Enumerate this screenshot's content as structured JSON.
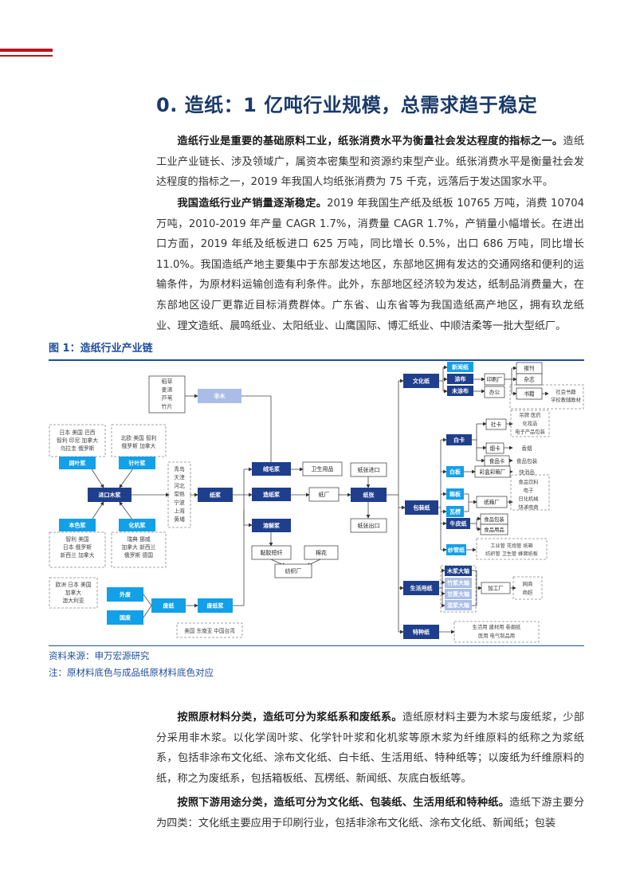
{
  "title": "0. 造纸：1 亿吨行业规模，总需求趋于稳定",
  "p1": {
    "lead": "造纸行业是重要的基础原料工业，纸张消费水平为衡量社会发达程度的指标之一。",
    "body": "造纸工业产业链长、涉及领域广，属资本密集型和资源约束型产业。纸张消费水平是衡量社会发达程度的指标之一，2019 年我国人均纸张消费为 75 千克，远落后于发达国家水平。"
  },
  "p2": {
    "lead": "我国造纸行业产销量逐渐稳定。",
    "body": "2019 年我国生产纸及纸板 10765 万吨，消费 10704 万吨，2010-2019 年产量 CAGR 1.7%，消费量 CAGR 1.7%，产销量小幅增长。在进出口方面，2019 年纸及纸板进口 625 万吨，同比增长 0.5%，出口 686 万吨，同比增长 11.0%。我国造纸产地主要集中于东部发达地区，东部地区拥有发达的交通网络和便利的运输条件，为原材料运输创造有利条件。此外，东部地区经济较为发达，纸制品消费量大，在东部地区设厂更靠近目标消费群体。广东省、山东省等为我国造纸高产地区，拥有玖龙纸业、理文造纸、晨鸣纸业、太阳纸业、山鹰国际、博汇纸业、中顺洁柔等一批大型纸厂。"
  },
  "figure": {
    "title": "图 1：造纸行业产业链",
    "source": "资料来源：申万宏源研究",
    "note": "注：原材料底色与成品纸原材料底色对应"
  },
  "diagram": {
    "raw_fiber": [
      "稻草",
      "麦渣",
      "芦苇",
      "竹片"
    ],
    "fei_mu": "非木",
    "region_hw": [
      "日本 美国 巴西",
      "智利 印尼 加拿大",
      "乌拉圭 俄罗斯"
    ],
    "region_cw": [
      "北欧 美国 智利",
      "俄罗斯 加拿大"
    ],
    "region_bs": [
      "智利 美国",
      "日本 俄罗斯",
      "新西兰 加拿大"
    ],
    "region_cm": [
      "瑞典 挪威",
      "加拿大 新西兰",
      "俄罗斯 德国"
    ],
    "hw_pulp": "阔叶浆",
    "cw_pulp": "针叶浆",
    "bs_pulp": "本色浆",
    "cm_pulp": "化机浆",
    "import_pulp": "进口木浆",
    "ports": [
      "青岛",
      "天津",
      "河北",
      "常熟",
      "宁波",
      "上海",
      "黄埔"
    ],
    "paper_pulp": "纸浆",
    "fluff_pulp": "绒毛浆",
    "sanitary": "卫生用品",
    "paper_pulp2": "造纸浆",
    "paper_mill": "纸厂",
    "dissolving": "溶解浆",
    "viscose": "黏胶短纤",
    "cotton": "棉花",
    "textile": "纺织厂",
    "pulp_import": "纸张进口",
    "paper": "纸张",
    "paper_export": "纸张出口",
    "region_waste": [
      "欧洲 日本 美国",
      "加拿大",
      "澳大利亚"
    ],
    "foreign_waste": "外废",
    "domestic_waste": "国废",
    "waste_paper": "废纸",
    "waste_pulp": "废纸浆",
    "region_waste2": "美国 东南亚  中国台湾",
    "culture": "文化纸",
    "newsprint": "新闻纸",
    "coated": "涂布",
    "uncoated": "未涂布",
    "printing": "印刷厂",
    "office": "办公",
    "newspaper": "报刊",
    "magazine": "杂志",
    "books": "书籍",
    "books_sub": [
      "社会书籍",
      "学校教辅教材"
    ],
    "packaging": "包装纸",
    "white_card": "白卡",
    "social_card": "社卡",
    "smoke_card": "烟卡",
    "food_card": "食品卡",
    "wc_use1": [
      "吊牌 医药",
      "化妆品",
      "电子产品包装"
    ],
    "cigarette": "香烟",
    "food_pack": "食品包装",
    "white_board": "白板",
    "color_box": "彩盒彩箱厂",
    "wb_use": [
      "快消品"
    ],
    "box_board": "箱板",
    "corrugated": "瓦楞",
    "box_factory": "纸箱厂",
    "box_use": [
      "食品饮料",
      "电子",
      "日化机械",
      "快递电商"
    ],
    "kraft": "牛皮纸",
    "kraft_use1": "食品包装",
    "kraft_use2": "食品用品",
    "tube": "纱管纸",
    "tube_use": [
      "工业管 花炮管 纸箱",
      "纺织管 卫生管 蜂窝纸板"
    ],
    "tissue": "生活用纸",
    "wood_tissue": "木浆大轴",
    "bamboo_tissue": "竹浆大轴",
    "bagasse_tissue": "甘蔗大轴",
    "mixed_tissue": "混浆大轴",
    "processor": "加工厂",
    "tissue_use": [
      "网商",
      "商超"
    ],
    "special": "特种纸",
    "special_use": [
      "生活用 建材用 卷烟纸",
      "医用 电气制品用"
    ]
  },
  "p3": {
    "lead": "按照原材料分类，造纸可分为浆纸系和废纸系。",
    "body": "造纸原材料主要为木浆与废纸浆，少部分采用非木浆。以化学阔叶浆、化学针叶浆和化机浆等原木浆为纤维原料的纸称之为浆纸系，包括非涂布文化纸、涂布文化纸、白卡纸、生活用纸、特种纸等；以废纸为纤维原料的纸，称之为废纸系，包括箱板纸、瓦楞纸、新闻纸、灰底白板纸等。"
  },
  "p4": {
    "lead": "按照下游用途分类，造纸可分为文化纸、包装纸、生活用纸和特种纸。",
    "body": "造纸下游主要分为四类：文化纸主要应用于印刷行业，包括非涂布文化纸、涂布文化纸、新闻纸；包装"
  },
  "colors": {
    "navy": "#1f3f8c",
    "cyan": "#12a0e8",
    "light": "#a9bde6",
    "red": "#c0121b"
  }
}
